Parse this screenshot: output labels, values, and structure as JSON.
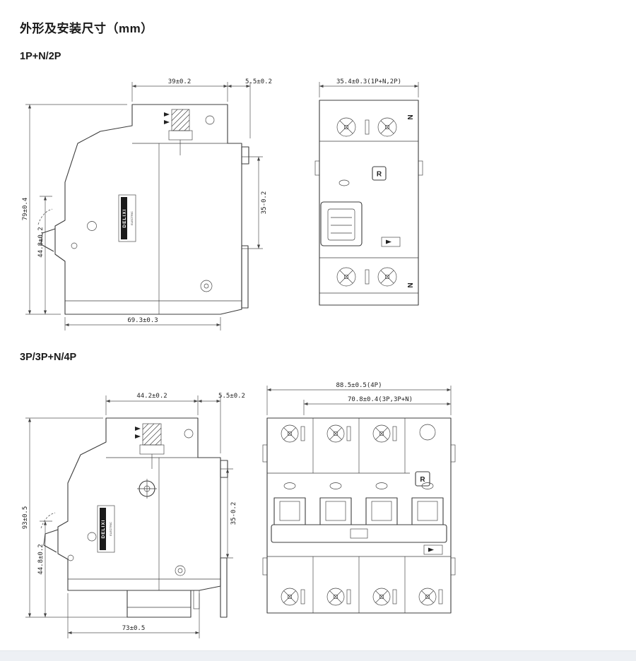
{
  "page": {
    "title": "外形及安装尺寸（mm）"
  },
  "sections": [
    {
      "heading": "1P+N/2P",
      "side_view": {
        "dim_width_top": "39±0.2",
        "dim_rail_offset": "5.5±0.2",
        "dim_height": "79±0.4",
        "dim_height_inner": "44.8±0.2",
        "dim_rail_height": "35-0.2",
        "dim_width_bottom": "69.3±0.3",
        "brand_line1": "DELIXI",
        "brand_line2": "ELECTRIC"
      },
      "front_view": {
        "dim_width": "35.4±0.3(1P+N,2P)",
        "mark_n_top": "N",
        "mark_test_button": "R",
        "mark_n_bottom": "N"
      }
    },
    {
      "heading": "3P/3P+N/4P",
      "side_view": {
        "dim_width_top": "44.2±0.2",
        "dim_rail_offset": "5.5±0.2",
        "dim_height": "93±0.5",
        "dim_height_inner": "44.8±0.2",
        "dim_rail_height": "35-0.2",
        "dim_width_bottom": "73±0.5",
        "brand_line1": "DELIXI",
        "brand_line2": "ELECTRIC"
      },
      "front_view": {
        "dim_width_4p": "88.5±0.5(4P)",
        "dim_width_3p": "70.8±0.4(3P,3P+N)",
        "mark_test_button": "R"
      }
    }
  ]
}
